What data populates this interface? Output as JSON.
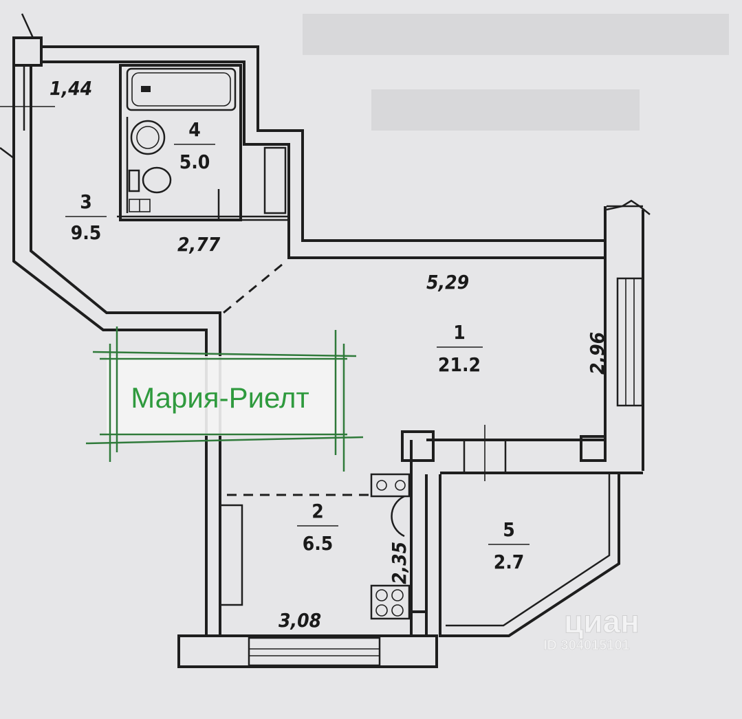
{
  "rooms": [
    {
      "number": "1",
      "area": "21.2"
    },
    {
      "number": "2",
      "area": "6.5"
    },
    {
      "number": "3",
      "area": "9.5"
    },
    {
      "number": "4",
      "area": "5.0"
    },
    {
      "number": "5",
      "area": "2.7"
    }
  ],
  "dimensions": {
    "d_1_44": "1,44",
    "d_2_77": "2,77",
    "d_5_29": "5,29",
    "d_2_96": "2,96",
    "d_2_35": "2,35",
    "d_3_08": "3,08"
  },
  "watermarks": {
    "agency": "Мария-Риелт",
    "cian_logo": "циан",
    "cian_id": "ID 304015101"
  },
  "colors": {
    "background": "#e6e6e8",
    "walls": "#1e1e1e",
    "agency_green": "#2f9a3e"
  }
}
